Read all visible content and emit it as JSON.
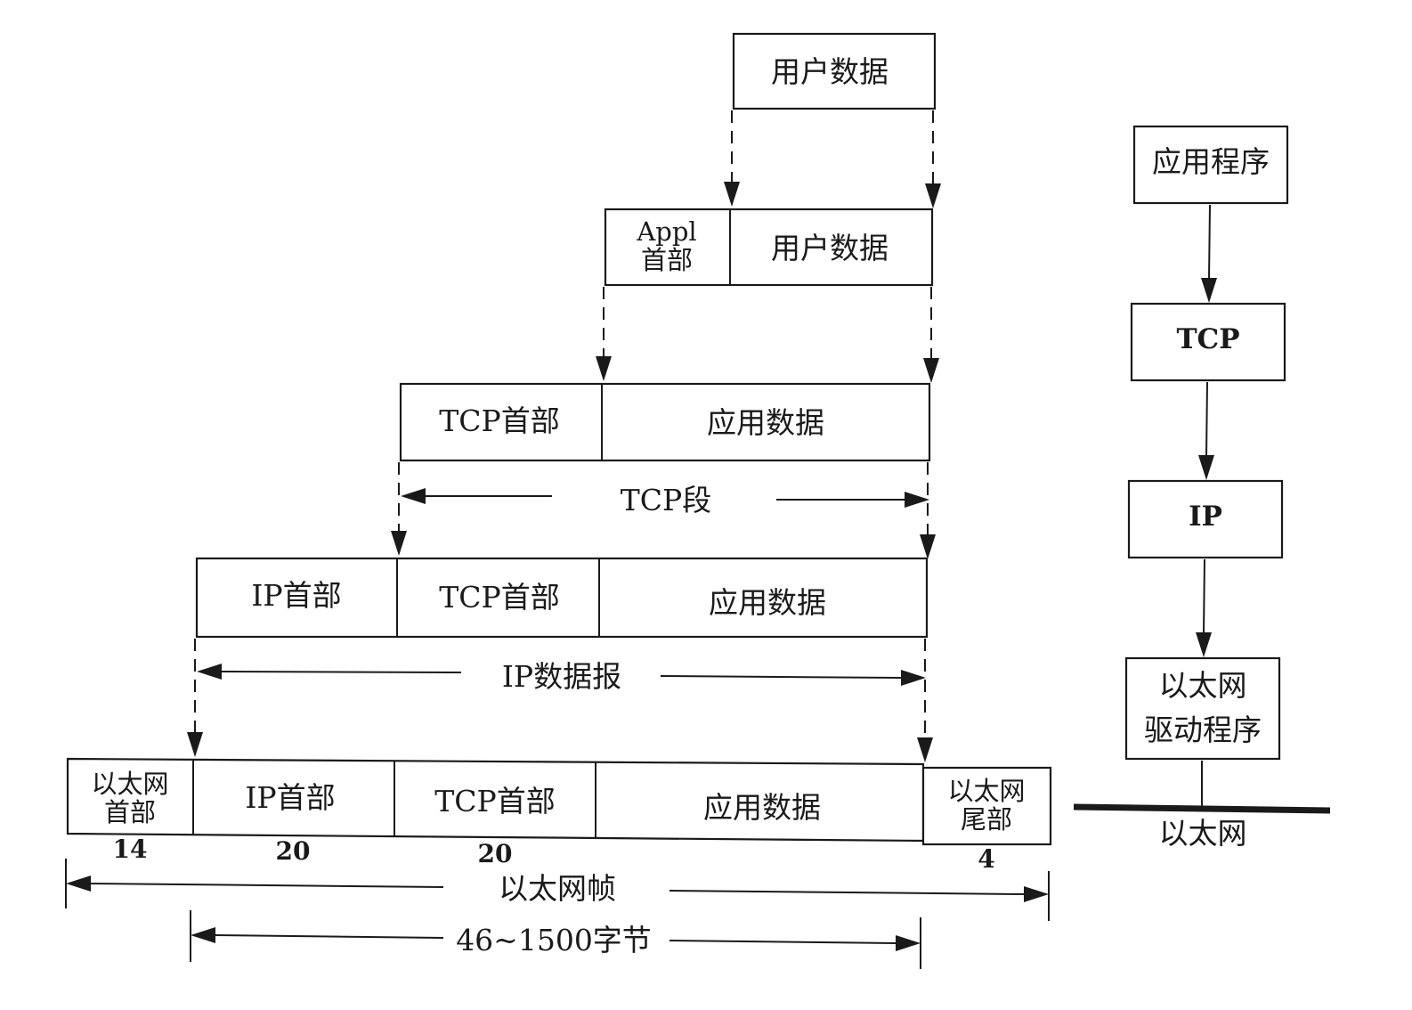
{
  "encapsulation": {
    "user_data": "用户数据",
    "appl_header_line1": "Appl",
    "appl_header_line2": "首部",
    "tcp_header": "TCP首部",
    "app_data": "应用数据",
    "tcp_segment": "TCP段",
    "ip_header": "IP首部",
    "ip_datagram": "IP数据报",
    "eth_header_line1": "以太网",
    "eth_header_line2": "首部",
    "eth_trailer_line1": "以太网",
    "eth_trailer_line2": "尾部",
    "eth_frame": "以太网帧",
    "payload_range": "46~1500字节",
    "sizes": {
      "eth_header": "14",
      "ip_header": "20",
      "tcp_header": "20",
      "eth_trailer": "4"
    }
  },
  "stack": {
    "application": "应用程序",
    "tcp": "TCP",
    "ip": "IP",
    "driver_line1": "以太网",
    "driver_line2": "驱动程序",
    "network": "以太网"
  }
}
